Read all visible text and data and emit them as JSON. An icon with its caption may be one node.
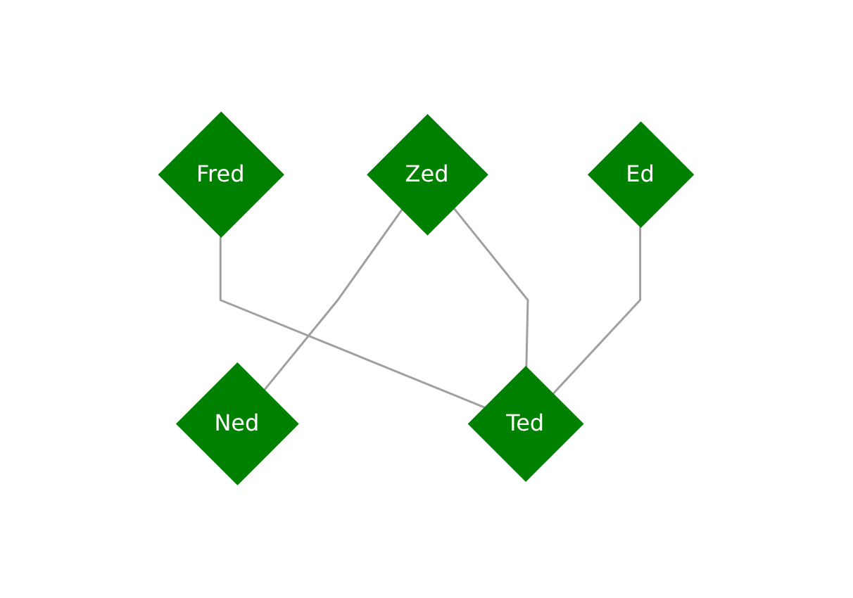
{
  "diagram": {
    "nodes": [
      {
        "text": [
          "Fred"
        ]
      },
      {
        "text": [
          "Zed"
        ]
      },
      {
        "text": [
          "Ed"
        ]
      },
      {
        "text": [
          "Ned"
        ]
      },
      {
        "text": [
          "Ted"
        ]
      }
    ],
    "edges": [
      {
        "from": 1,
        "to": 3,
        "arrow": "none"
      },
      {
        "from": 1,
        "to": 4,
        "arrow": "none"
      },
      {
        "from": 0,
        "to": 4,
        "arrow": "none"
      },
      {
        "from": 2,
        "to": 4,
        "arrow": "none"
      }
    ]
  }
}
